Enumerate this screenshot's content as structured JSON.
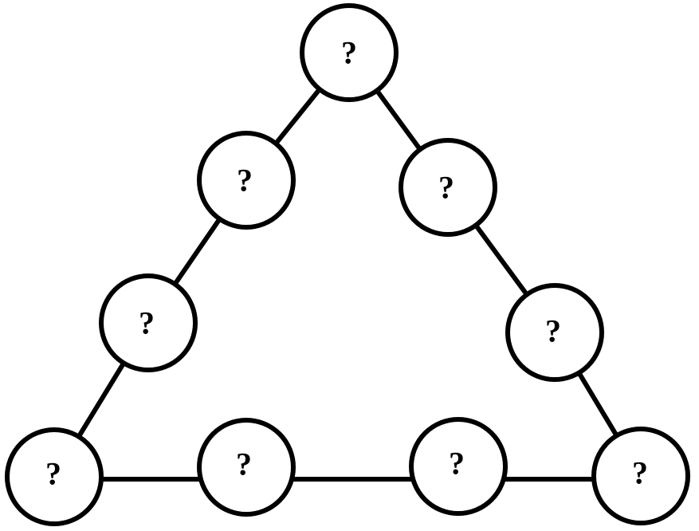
{
  "diagram": {
    "nodes": [
      {
        "id": "apex",
        "label": "?"
      },
      {
        "id": "left-upper",
        "label": "?"
      },
      {
        "id": "right-upper",
        "label": "?"
      },
      {
        "id": "left-lower",
        "label": "?"
      },
      {
        "id": "right-lower",
        "label": "?"
      },
      {
        "id": "bottom-left-corner",
        "label": "?"
      },
      {
        "id": "bottom-mid-left",
        "label": "?"
      },
      {
        "id": "bottom-mid-right",
        "label": "?"
      },
      {
        "id": "bottom-right-corner",
        "label": "?"
      }
    ]
  }
}
